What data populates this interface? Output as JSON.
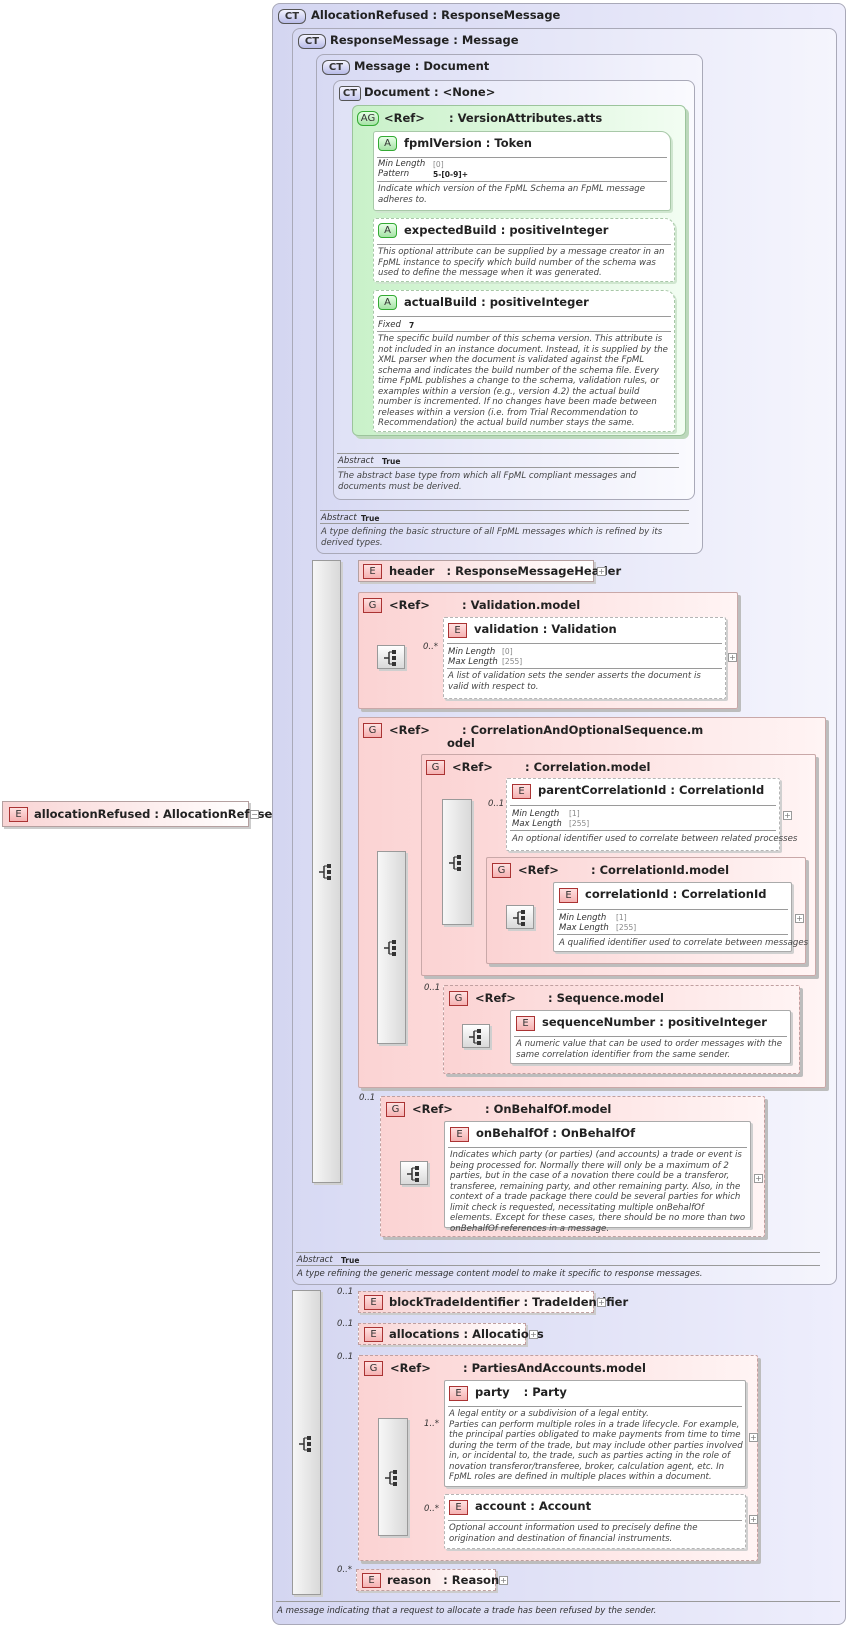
{
  "root_element": {
    "name": "allocationRefused",
    "sep": ":",
    "type": "AllocationRefused"
  },
  "allocation_refused": {
    "name": "AllocationRefused",
    "sep": ":",
    "type": "ResponseMessage",
    "description": "A message indicating that a request to allocate a trade has been refused by the sender."
  },
  "response_message": {
    "name": "ResponseMessage",
    "sep": ":",
    "type": "Message",
    "abstract_label": "Abstract",
    "abstract_value": "True",
    "description": "A type refining the generic message content model to make it specific to response messages."
  },
  "message": {
    "name": "Message",
    "sep": ":",
    "type": "Document",
    "abstract_label": "Abstract",
    "abstract_value": "True",
    "description": "A type defining the basic structure of all FpML messages which is refined by its derived types."
  },
  "document": {
    "name": "Document",
    "sep": ":",
    "type": "<None>",
    "abstract_label": "Abstract",
    "abstract_value": "True",
    "description": "The abstract base type from which all FpML compliant messages and documents must be derived."
  },
  "badges": {
    "ct": "CT",
    "e": "E",
    "g": "G",
    "a": "A",
    "ag": "AG"
  },
  "version_attributes": {
    "ref": "<Ref>",
    "sep": ":",
    "name": "VersionAttributes.atts",
    "fpml_version": {
      "name": "fpmlVersion",
      "sep": ":",
      "type": "Token",
      "props": [
        {
          "label": "Min Length",
          "value": "[0]"
        },
        {
          "label": "Pattern",
          "value": "5-[0-9]+"
        }
      ],
      "description": "Indicate which version of the FpML Schema an FpML message adheres to."
    },
    "expected_build": {
      "name": "expectedBuild",
      "sep": ":",
      "type": "positiveInteger",
      "description": "This optional attribute can be supplied by a message creator in an FpML instance to specify which build number of the schema was used to define the message when it was generated."
    },
    "actual_build": {
      "name": "actualBuild",
      "sep": ":",
      "type": "positiveInteger",
      "props": [
        {
          "label": "Fixed",
          "value": "7"
        }
      ],
      "description": "The specific build number of this schema version. This attribute is not included in an instance document. Instead, it is supplied by the XML parser when the document is validated against the FpML schema and indicates the build number of the schema file. Every time FpML publishes a change to the schema, validation rules, or examples within a version (e.g., version 4.2) the actual build number is incremented. If no changes have been made between releases within a version (i.e. from Trial Recommendation to Recommendation) the actual build number stays the same."
    }
  },
  "header": {
    "name": "header",
    "sep": ":",
    "type": "ResponseMessageHeader"
  },
  "validation_model": {
    "ref": "<Ref>",
    "sep": ":",
    "name": "Validation.model",
    "mult": "0..*",
    "validation": {
      "name": "validation",
      "sep": ":",
      "type": "Validation",
      "props": [
        {
          "label": "Min Length",
          "value": "[0]"
        },
        {
          "label": "Max Length",
          "value": "[255]"
        }
      ],
      "description": "A list of validation sets the sender asserts the document is valid with respect to."
    }
  },
  "correlation_seq": {
    "ref": "<Ref>",
    "sep": ":",
    "name_line1": "CorrelationAndOptionalSequence.m",
    "name_line2": "odel",
    "correlation_model": {
      "ref": "<Ref>",
      "sep": ":",
      "name": "Correlation.model",
      "parent": {
        "mult": "0..1",
        "name": "parentCorrelationId",
        "sep": ":",
        "type": "CorrelationId",
        "props": [
          {
            "label": "Min Length",
            "value": "[1]"
          },
          {
            "label": "Max Length",
            "value": "[255]"
          }
        ],
        "description": "An optional identifier used to correlate between related processes"
      },
      "correlation_id_model": {
        "ref": "<Ref>",
        "sep": ":",
        "name": "CorrelationId.model",
        "correlation_id": {
          "name": "correlationId",
          "sep": ":",
          "type": "CorrelationId",
          "props": [
            {
              "label": "Min Length",
              "value": "[1]"
            },
            {
              "label": "Max Length",
              "value": "[255]"
            }
          ],
          "description": "A qualified identifier used to correlate between messages"
        }
      }
    },
    "sequence_model": {
      "mult": "0..1",
      "ref": "<Ref>",
      "sep": ":",
      "name": "Sequence.model",
      "sequence_number": {
        "name": "sequenceNumber",
        "sep": ":",
        "type": "positiveInteger",
        "description": "A numeric value that can be used to order messages with the same correlation identifier from the same sender."
      }
    }
  },
  "on_behalf_of_model": {
    "mult": "0..1",
    "ref": "<Ref>",
    "sep": ":",
    "name": "OnBehalfOf.model",
    "on_behalf_of": {
      "name": "onBehalfOf",
      "sep": ":",
      "type": "OnBehalfOf",
      "description": "Indicates which party (or parties) (and accounts) a trade or event is being processed for. Normally there will only be a maximum of 2 parties, but in the case of a novation there could be a transferor, transferee, remaining party, and other remaining party. Also, in the context of a trade package there could be several parties for which limit check is requested, necessitating multiple onBehalfOf elements. Except for these cases, there should be no more than two onBehalfOf references in a message."
    }
  },
  "block_trade_identifier": {
    "mult": "0..1",
    "name": "blockTradeIdentifier",
    "sep": ":",
    "type": "TradeIdentifier"
  },
  "allocations": {
    "mult": "0..1",
    "name": "allocations",
    "sep": ":",
    "type": "Allocations"
  },
  "parties_and_accounts": {
    "mult": "0..1",
    "ref": "<Ref>",
    "sep": ":",
    "name": "PartiesAndAccounts.model",
    "party": {
      "mult": "1..*",
      "name": "party",
      "sep": ":",
      "type": "Party",
      "description": "A legal entity or a subdivision of a legal entity.\nParties can perform multiple roles in a trade lifecycle. For example, the principal parties obligated to make payments from time to time during the term of the trade, but may include other parties involved in, or incidental to, the trade, such as parties acting in the role of novation transferor/transferee, broker, calculation agent, etc. In FpML roles are defined in multiple places within a document."
    },
    "account": {
      "mult": "0..*",
      "name": "account",
      "sep": ":",
      "type": "Account",
      "description": "Optional account information used to precisely define the origination and destination of financial instruments."
    }
  },
  "reason": {
    "mult": "0..*",
    "name": "reason",
    "sep": ":",
    "type": "Reason"
  },
  "plus_sign": "+",
  "minus_sign": "−"
}
